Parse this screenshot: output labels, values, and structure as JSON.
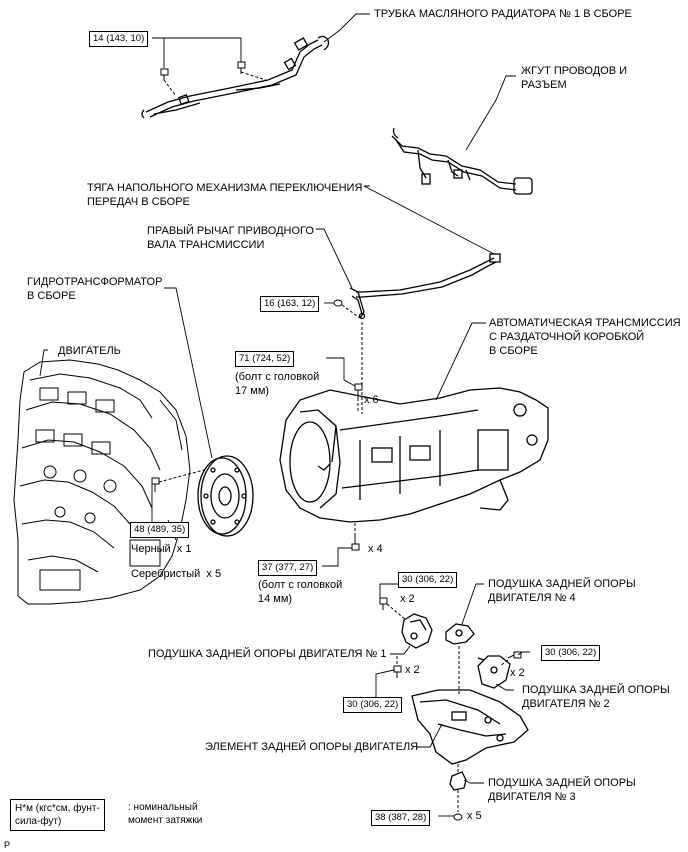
{
  "labels": {
    "oil_cooler_tube": "ТРУБКА МАСЛЯНОГО РАДИАТОРА № 1 В СБОРЕ",
    "wire_harness": "ЖГУТ ПРОВОДОВ И\nРАЗЪЕМ",
    "shift_cable": "ТЯГА НАПОЛЬНОГО МЕХАНИЗМА ПЕРЕКЛЮЧЕНИЯ\nПЕРЕДАЧ В СБОРЕ",
    "shift_lever": "ПРАВЫЙ РЫЧАГ ПРИВОДНОГО\nВАЛА ТРАНСМИССИИ",
    "torque_converter": "ГИДРОТРАНСФОРМАТОР\nВ СБОРЕ",
    "engine": "ДВИГАТЕЛЬ",
    "auto_transmission": "АВТОМАТИЧЕСКАЯ ТРАНСМИССИЯ\nС РАЗДАТОЧНОЙ КОРОБКОЙ\nВ СБОРЕ",
    "bolt_17": "(болт с головкой\n17 мм)",
    "bolt_14": "(болт с головкой\n14 мм)",
    "black": "Черный  x 1",
    "silver": "Серебристый  x 5",
    "mount_4": "ПОДУШКА ЗАДНЕЙ ОПОРЫ\nДВИГАТЕЛЯ № 4",
    "mount_1": "ПОДУШКА ЗАДНЕЙ ОПОРЫ ДВИГАТЕЛЯ № 1",
    "mount_2": "ПОДУШКА ЗАДНЕЙ ОПОРЫ\nДВИГАТЕЛЯ № 2",
    "crossmember": "ЭЛЕМЕНТ ЗАДНЕЙ ОПОРЫ ДВИГАТЕЛЯ",
    "mount_3": "ПОДУШКА ЗАДНЕЙ ОПОРЫ\nДВИГАТЕЛЯ № 3",
    "legend_unit": "Н*м (кгс*см, фунт-\nсила-фут)",
    "legend_desc": ": номинальный\nмомент затяжки",
    "page_mark": "P"
  },
  "torques": {
    "t1": "14 (143, 10)",
    "t2": "16 (163, 12)",
    "t3": "71 (724, 52)",
    "t4": "48 (489, 35)",
    "t5": "37 (377, 27)",
    "t6": "30 (306, 22)",
    "t7": "30 (306, 22)",
    "t8": "30 (306, 22)",
    "t9": "38 (387, 28)"
  },
  "quantities": {
    "q6": "x 6",
    "q4": "x 4",
    "q2a": "x 2",
    "q2b": "x 2",
    "q2c": "x 2",
    "q5": "x 5"
  }
}
